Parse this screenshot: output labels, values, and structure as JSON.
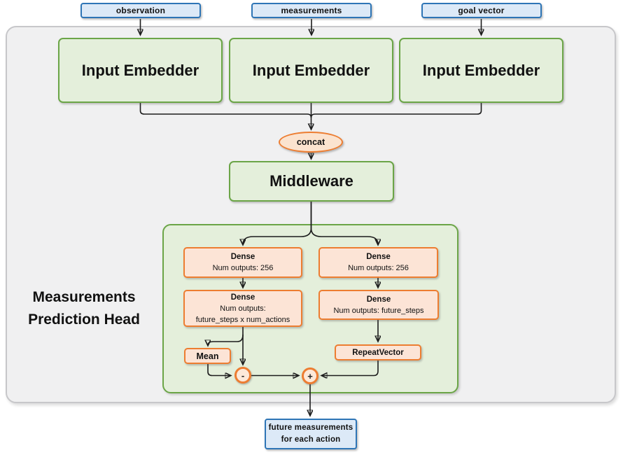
{
  "inputs": [
    {
      "label": "observation"
    },
    {
      "label": "measurements"
    },
    {
      "label": "goal vector"
    }
  ],
  "embedders": [
    {
      "label": "Input Embedder"
    },
    {
      "label": "Input Embedder"
    },
    {
      "label": "Input Embedder"
    }
  ],
  "concat_label": "concat",
  "middleware_label": "Middleware",
  "head": {
    "title": "Measurements Prediction Head",
    "left": {
      "dense1": {
        "title": "Dense",
        "subtitle": "Num outputs: 256"
      },
      "dense2": {
        "title": "Dense",
        "subtitle": "Num outputs:",
        "subtitle2": "future_steps x num_actions"
      },
      "mean_label": "Mean",
      "op": "-"
    },
    "right": {
      "dense1": {
        "title": "Dense",
        "subtitle": "Num outputs: 256"
      },
      "dense2": {
        "title": "Dense",
        "subtitle": "Num outputs: future_steps"
      },
      "repeat_label": "RepeatVector",
      "op": "+"
    }
  },
  "output": {
    "line1": "future measurements",
    "line2": "for each action"
  },
  "colors": {
    "blue_border": "#2e75b6",
    "blue_fill": "#dce9f7",
    "green_border": "#6ba547",
    "green_fill": "#e4efdb",
    "orange_border": "#ed7d31",
    "orange_fill": "#fce4d6",
    "gray_fill": "#f0f0f1",
    "gray_border": "#c7c7ca",
    "line": "#1c1c1c"
  }
}
